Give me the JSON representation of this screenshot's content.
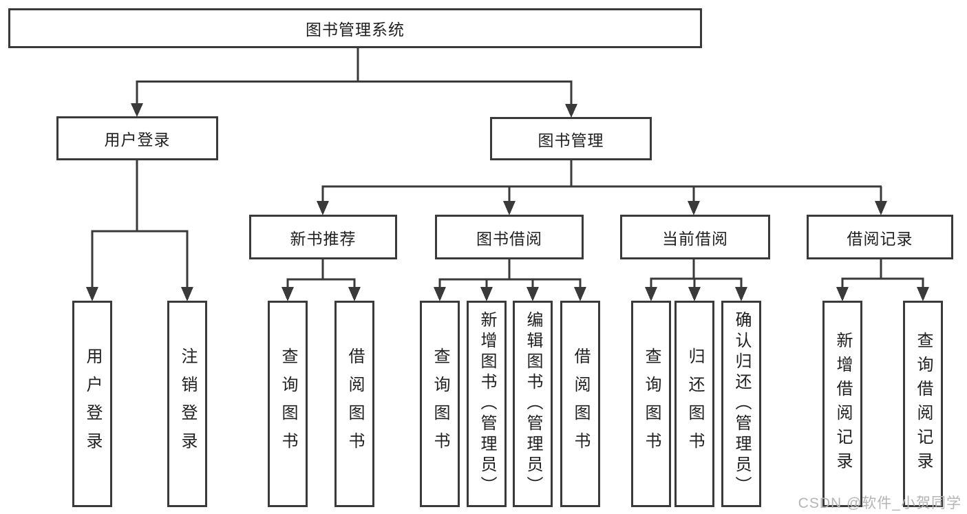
{
  "diagram": {
    "title_node": "图书管理系统",
    "root": {
      "label": "图书管理系统"
    },
    "branches": [
      {
        "label": "用户登录",
        "children": [
          {
            "label": "用户登录"
          },
          {
            "label": "注销登录"
          }
        ]
      },
      {
        "label": "图书管理",
        "children": [
          {
            "label": "新书推荐",
            "children": [
              {
                "label": "查询图书"
              },
              {
                "label": "借阅图书"
              }
            ]
          },
          {
            "label": "图书借阅",
            "children": [
              {
                "label": "查询图书"
              },
              {
                "label": "新增图书（管理员）"
              },
              {
                "label": "编辑图书（管理员）"
              },
              {
                "label": "借阅图书"
              }
            ]
          },
          {
            "label": "当前借阅",
            "children": [
              {
                "label": "查询图书"
              },
              {
                "label": "归还图书"
              },
              {
                "label": "确认归还（管理员）"
              }
            ]
          },
          {
            "label": "借阅记录",
            "children": [
              {
                "label": "新增借阅记录"
              },
              {
                "label": "查询借阅记录"
              }
            ]
          }
        ]
      }
    ],
    "watermark": "CSDN @软件_小贺同学",
    "colors": {
      "line": "#3a3a3a",
      "text": "#1f1f1f",
      "watermark": "#b5b5b5",
      "background": "#ffffff"
    }
  }
}
